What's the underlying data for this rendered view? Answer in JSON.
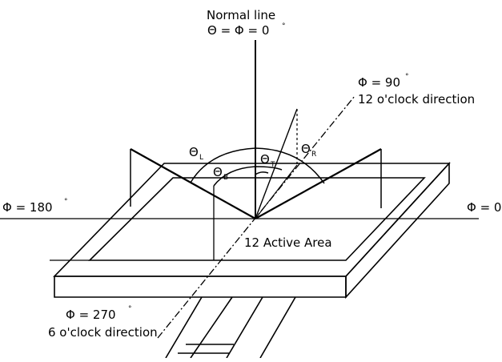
{
  "labels": {
    "normal_line": "Normal line",
    "theta_phi_zero": "Θ = Φ = 0",
    "phi_90": "Φ = 90",
    "twelve_oclock": "12 o'clock direction",
    "phi_180": "Φ = 180",
    "phi_0": "Φ = 0",
    "phi_270": "Φ = 270",
    "six_oclock": "6 o'clock direction",
    "active_area": "12 Active Area",
    "theta_symbol": "Θ",
    "sub_L": "L",
    "sub_R": "R",
    "sub_B": "B",
    "sub_T": "T",
    "degree": "°"
  },
  "colors": {
    "stroke": "#000000",
    "background": "#ffffff"
  }
}
